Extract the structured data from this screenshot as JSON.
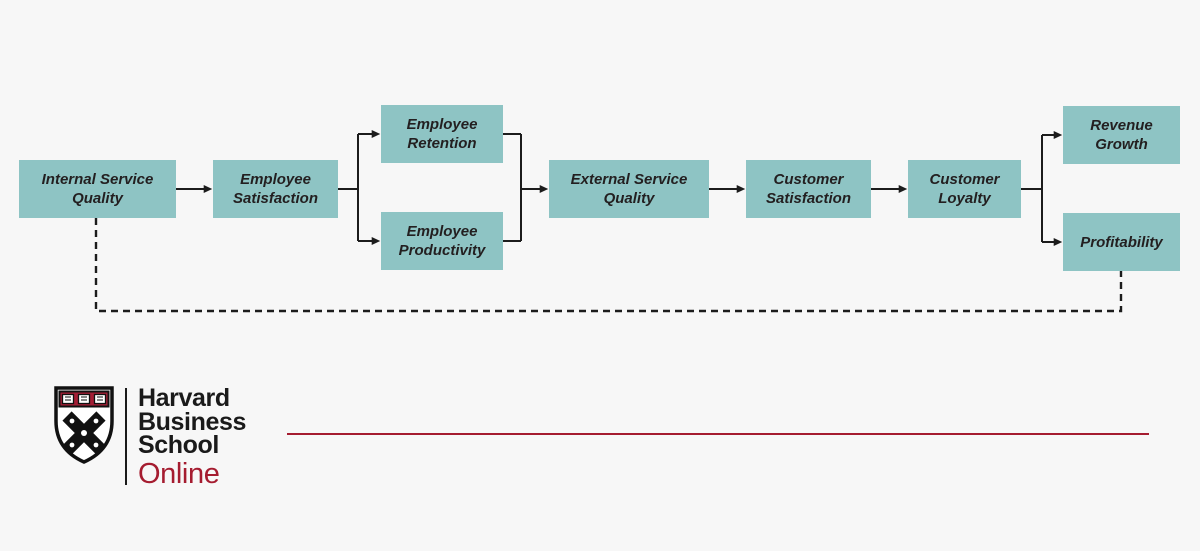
{
  "diagram": {
    "nodes": [
      {
        "id": "internal-service-quality",
        "label": "Internal Service Quality"
      },
      {
        "id": "employee-satisfaction",
        "label": "Employee Satisfaction"
      },
      {
        "id": "employee-retention",
        "label": "Employee Retention"
      },
      {
        "id": "employee-productivity",
        "label": "Employee Productivity"
      },
      {
        "id": "external-service-quality",
        "label": "External Service Quality"
      },
      {
        "id": "customer-satisfaction",
        "label": "Customer Satisfaction"
      },
      {
        "id": "customer-loyalty",
        "label": "Customer Loyalty"
      },
      {
        "id": "revenue-growth",
        "label": "Revenue Growth"
      },
      {
        "id": "profitability",
        "label": "Profitability"
      }
    ],
    "flow": [
      "Internal Service Quality -> Employee Satisfaction",
      "Employee Satisfaction -> Employee Retention",
      "Employee Satisfaction -> Employee Productivity",
      "Employee Retention -> External Service Quality",
      "Employee Productivity -> External Service Quality",
      "External Service Quality -> Customer Satisfaction",
      "Customer Satisfaction -> Customer Loyalty",
      "Customer Loyalty -> Revenue Growth",
      "Customer Loyalty -> Profitability",
      "Profitability -> Internal Service Quality (dashed feedback loop)"
    ],
    "colors": {
      "node_fill": "#8ec4c4",
      "node_text": "#231f20",
      "connector": "#1c1c1c",
      "background": "#f7f7f7"
    }
  },
  "footer": {
    "brand": {
      "word1": "Harvard",
      "word2": "Business",
      "word3": "School",
      "word4": "Online"
    },
    "logo_icon": "hbs-shield-icon",
    "accent_color": "#a51c30"
  }
}
